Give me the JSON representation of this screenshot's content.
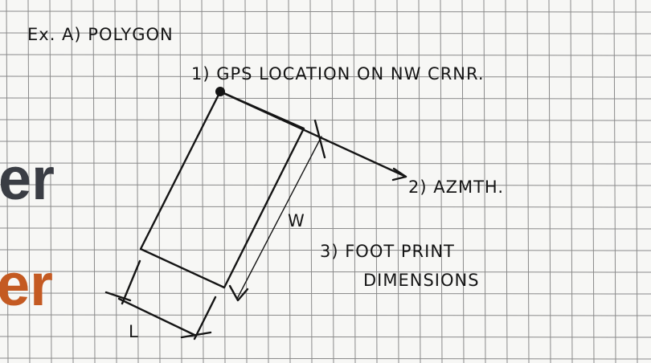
{
  "slide": {
    "heading_fragment_1": "er",
    "heading_fragment_2": "er",
    "heading_color_1": "#3a3d44",
    "heading_color_2": "#c45a22"
  },
  "sketch": {
    "title": "Ex. A) POLYGON",
    "step_1": "1) GPS LOCATION ON NW CRNR.",
    "step_2": "2) AZMTH.",
    "step_3_line1": "3) FOOT PRINT",
    "step_3_line2": "DIMENSIONS",
    "width_label": "W",
    "length_label": "L",
    "paper_color": "#f7f7f5",
    "grid_color": "#8a8a8a",
    "ink_color": "#151515"
  }
}
